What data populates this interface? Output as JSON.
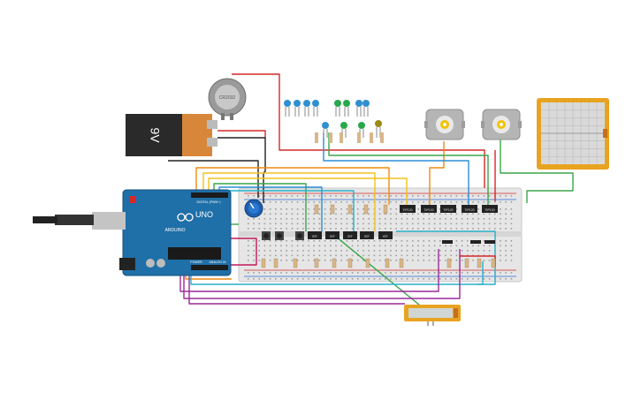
{
  "battery_9v": {
    "label": "9V"
  },
  "coin_cell": {
    "label": "CR2032"
  },
  "arduino": {
    "brand": "ARDUINO",
    "model": "UNO",
    "header_digital": "DIGITAL (PWM~)",
    "header_power": "POWER",
    "header_analog": "ANALOG IN"
  },
  "transistors": {
    "label": "TIP120"
  },
  "ic_chips": {
    "label": "IRF"
  },
  "colors": {
    "led_blue": "#2f8fd0",
    "led_green": "#27a84a",
    "led_olive": "#9a8a10",
    "wire_red": "#d62828",
    "wire_orange": "#ef8a12",
    "wire_yellow": "#f3c21b",
    "wire_green": "#3aa54a",
    "wire_blue": "#2d8fd6",
    "wire_cyan": "#27b0c9",
    "wire_purple": "#9b2a9b",
    "wire_black": "#222222",
    "oscilloscope_frame": "#e8a320",
    "arduino_board": "#1f6fa8"
  }
}
